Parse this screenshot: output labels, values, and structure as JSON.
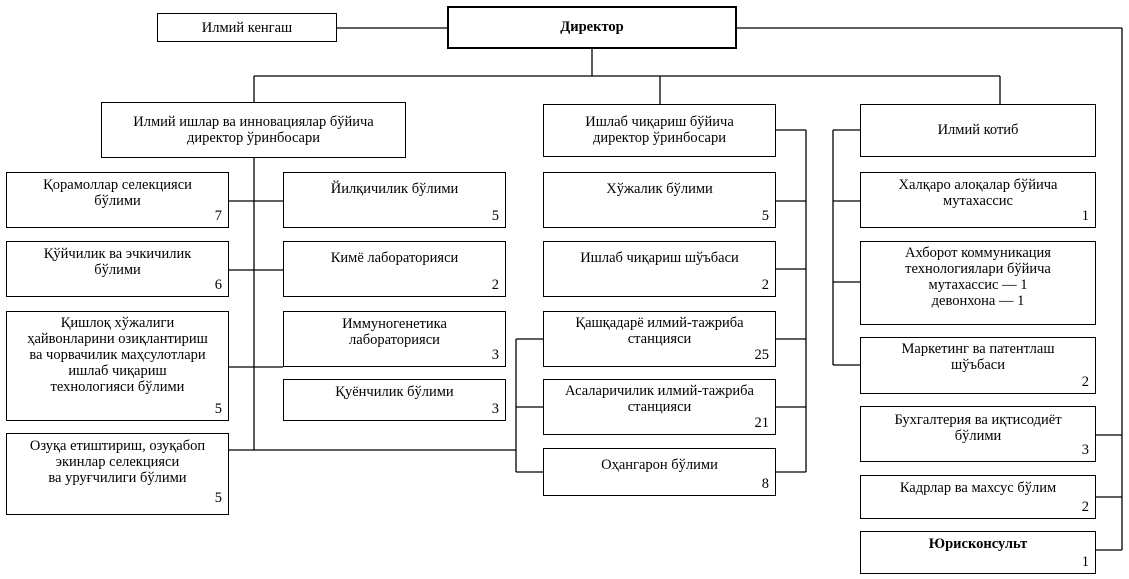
{
  "director": "Директор",
  "council": "Илмий кенгаш",
  "heads": {
    "innovation": "Илмий ишлар ва инновациялар бўйича\nдиректор ўринбосари",
    "production": "Ишлаб чиқариш бўйича\nдиректор ўринбосари",
    "secretary": "Илмий котиб"
  },
  "col1": [
    {
      "label": "Қорамоллар селекцияси\nбўлими",
      "count": "7"
    },
    {
      "label": "Қўйчилик ва эчкичилик\nбўлими",
      "count": "6"
    },
    {
      "label": "Қишлоқ хўжалиги\nҳайвонларини озиқлантириш\nва чорвачилик маҳсулотлари\nишлаб чиқариш\nтехнологияси бўлими",
      "count": "5"
    },
    {
      "label": "Озуқа етиштириш, озуқабоп\nэкинлар селекцияси\nва уруғчилиги бўлими",
      "count": "5"
    }
  ],
  "col2": [
    {
      "label": "Йилқичилик бўлими",
      "count": "5"
    },
    {
      "label": "Кимё лабораторияси",
      "count": "2"
    },
    {
      "label": "Иммуногенетика\nлабораторияси",
      "count": "3"
    },
    {
      "label": "Қуёнчилик бўлими",
      "count": "3"
    }
  ],
  "col3": [
    {
      "label": "Хўжалик бўлими",
      "count": "5"
    },
    {
      "label": "Ишлаб чиқариш шўъбаси",
      "count": "2"
    },
    {
      "label": "Қашқадарё илмий-тажриба\nстанцияси",
      "count": "25"
    },
    {
      "label": "Асаларичилик илмий-тажриба\nстанцияси",
      "count": "21"
    },
    {
      "label": "Оҳангарон бўлими",
      "count": "8"
    }
  ],
  "col4": [
    {
      "label": "Халқаро алоқалар бўйича\nмутахассис",
      "count": "1"
    },
    {
      "label": "Ахборот коммуникация\nтехнологиялари бўйича\nмутахассис — 1\nдевонхона — 1",
      "count": ""
    },
    {
      "label": "Маркетинг ва патентлаш\nшўъбаси",
      "count": "2"
    },
    {
      "label": "Бухгалтерия ва иқтисодиёт\nбўлими",
      "count": "3"
    },
    {
      "label": "Кадрлар ва махсус бўлим",
      "count": "2"
    },
    {
      "label": "Юрисконсульт",
      "count": "1"
    }
  ]
}
